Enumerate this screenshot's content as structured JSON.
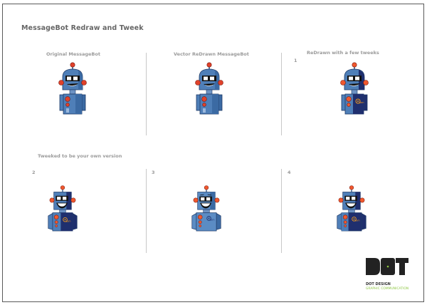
{
  "page": {
    "title": "MessageBot Redraw and Tweek"
  },
  "sections": {
    "top_row": [
      {
        "caption": "Original MessageBot",
        "number": ""
      },
      {
        "caption": "Vector ReDrawn MessageBot",
        "number": ""
      },
      {
        "caption": "ReDrawn with a few tweeks",
        "number": "1"
      }
    ],
    "bottom_heading": "Tweeked to be your own version",
    "bottom_row": [
      {
        "caption": "",
        "number": "2"
      },
      {
        "caption": "",
        "number": "3"
      },
      {
        "caption": "",
        "number": "4"
      }
    ]
  },
  "robots": [
    {
      "id": "original",
      "head": "round",
      "logo": false,
      "body_color": "#4f7fb8",
      "dark_panel": false
    },
    {
      "id": "vector",
      "head": "round",
      "logo": false,
      "body_color": "#4f7fb8",
      "dark_panel": false
    },
    {
      "id": "tweak-1",
      "head": "round",
      "logo": true,
      "body_color": "#4f7fb8",
      "dark_panel": true
    },
    {
      "id": "version-2",
      "head": "square",
      "logo": true,
      "body_color": "#4f7fb8",
      "dark_panel": true
    },
    {
      "id": "version-3",
      "head": "square",
      "logo": true,
      "body_color": "#5b8cc4",
      "dark_panel": false
    },
    {
      "id": "version-4",
      "head": "square",
      "logo": true,
      "body_color": "#4f7fb8",
      "dark_panel": true
    }
  ],
  "colors": {
    "robot_blue": "#4f7fb8",
    "robot_dark_blue": "#1f2f6e",
    "robot_red": "#e0412a",
    "logo_orange": "#f39a1e",
    "frame_border": "#5a5a5a",
    "divider": "#c8c8c8",
    "caption_gray": "#9b9b9b",
    "brand_green": "#8cc63f"
  },
  "logo": {
    "mark": "DOT",
    "name": "DOT DESIGN",
    "tagline": "GRAPHIC COMMUNICATION"
  }
}
